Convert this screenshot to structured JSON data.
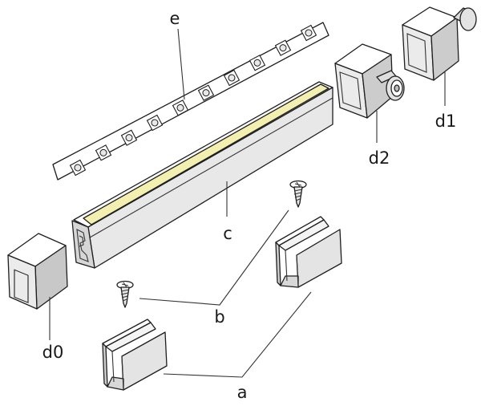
{
  "labels": {
    "a": "a",
    "b": "b",
    "c": "c",
    "d0": "d0",
    "d1": "d1",
    "d2": "d2",
    "e": "e"
  },
  "colors": {
    "led_strip_fill": "#f3efb0",
    "outline": "#1e1e1e",
    "face_light": "#ffffff",
    "face_mid": "#e6e6e6",
    "face_dark": "#c4c4c4"
  },
  "led_chip_count": 10
}
